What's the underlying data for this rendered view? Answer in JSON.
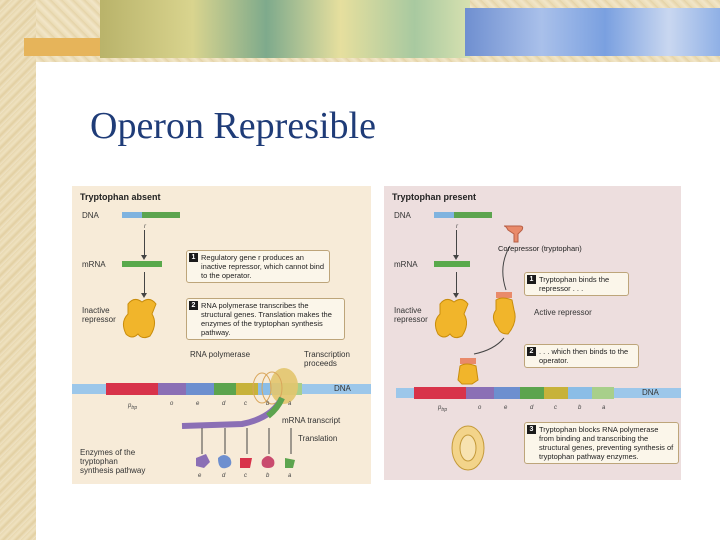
{
  "slide": {
    "title": "Operon Represible"
  },
  "left_panel": {
    "title": "Tryptophan absent",
    "dna_label": "DNA",
    "gene_label": "r",
    "mrna_label": "mRNA",
    "repressor_label": "Inactive repressor",
    "callout1_num": "1",
    "callout1_text": "Regulatory gene r produces an inactive repressor, which cannot bind to the operator.",
    "callout2_num": "2",
    "callout2_text": "RNA polymerase transcribes the structural genes. Translation makes the enzymes of the tryptophan synthesis pathway.",
    "polymerase_label": "RNA polymerase",
    "transcription_label": "Transcription proceeds",
    "dna_label2": "DNA",
    "segments": [
      "p",
      "o",
      "e",
      "d",
      "c",
      "b",
      "a"
    ],
    "promoter_sub": "trp",
    "transcript_label": "mRNA transcript",
    "translation_label": "Translation",
    "enzymes_label": "Enzymes of the tryptophan synthesis pathway",
    "enzyme_letters": [
      "e",
      "d",
      "c",
      "b",
      "a"
    ]
  },
  "right_panel": {
    "title": "Tryptophan present",
    "dna_label": "DNA",
    "gene_label": "r",
    "mrna_label": "mRNA",
    "corepressor_label": "Corepressor (tryptophan)",
    "callout1_num": "1",
    "callout1_text": "Tryptophan binds the repressor . . .",
    "repressor_left_label": "Inactive repressor",
    "active_label": "Active repressor",
    "callout2_num": "2",
    "callout2_text": ". . . which then binds to the operator.",
    "dna_label2": "DNA",
    "segments": [
      "p",
      "o",
      "e",
      "d",
      "c",
      "b",
      "a"
    ],
    "promoter_sub": "trp",
    "callout3_num": "3",
    "callout3_text": "Tryptophan blocks RNA polymerase from binding and transcribing the structural genes, preventing synthesis of tryptophan pathway enzymes."
  },
  "colors": {
    "title": "#1f3c78",
    "left_bg": "#f7ebd8",
    "right_bg": "#eddede",
    "repressor": "#f1b52b",
    "corepressor": "#e98a6a",
    "gene_red": "#d8334a",
    "gene_purple": "#8b6fb5",
    "gene_green": "#5ca44e",
    "gene_yellow": "#c7b23a",
    "gene_blue": "#7fb3df"
  }
}
